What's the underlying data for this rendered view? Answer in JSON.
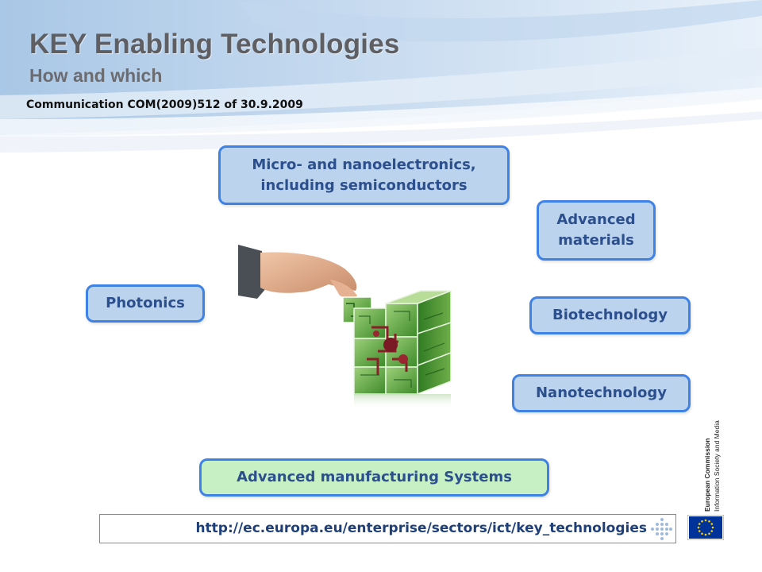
{
  "header": {
    "title": "KEY Enabling Technologies",
    "subtitle": "How and which",
    "reference": "Communication COM(2009)512 of 30.9.2009"
  },
  "technologies": {
    "micro_nano": "Micro- and nanoelectronics,\nincluding semiconductors",
    "advanced_materials": "Advanced\nmaterials",
    "photonics": "Photonics",
    "biotechnology": "Biotechnology",
    "nanotechnology": "Nanotechnology",
    "manufacturing": "Advanced manufacturing Systems"
  },
  "footer": {
    "url": "http://ec.europa.eu/enterprise/sectors/ict/key_technologies",
    "org_name": "European Commission",
    "org_unit": "Information Society and Media"
  },
  "colors": {
    "box_fill": "#bcd3ee",
    "box_border": "#3e82e6",
    "box_text": "#2c4f8e",
    "highlight_fill": "#c7f0c4",
    "eu_blue": "#003399",
    "eu_gold": "#ffcc00"
  },
  "icons": {
    "illustration": "hand-placing-circuit-cube-icon",
    "dots": "dotted-arrow-icon",
    "flag": "eu-flag-icon"
  }
}
